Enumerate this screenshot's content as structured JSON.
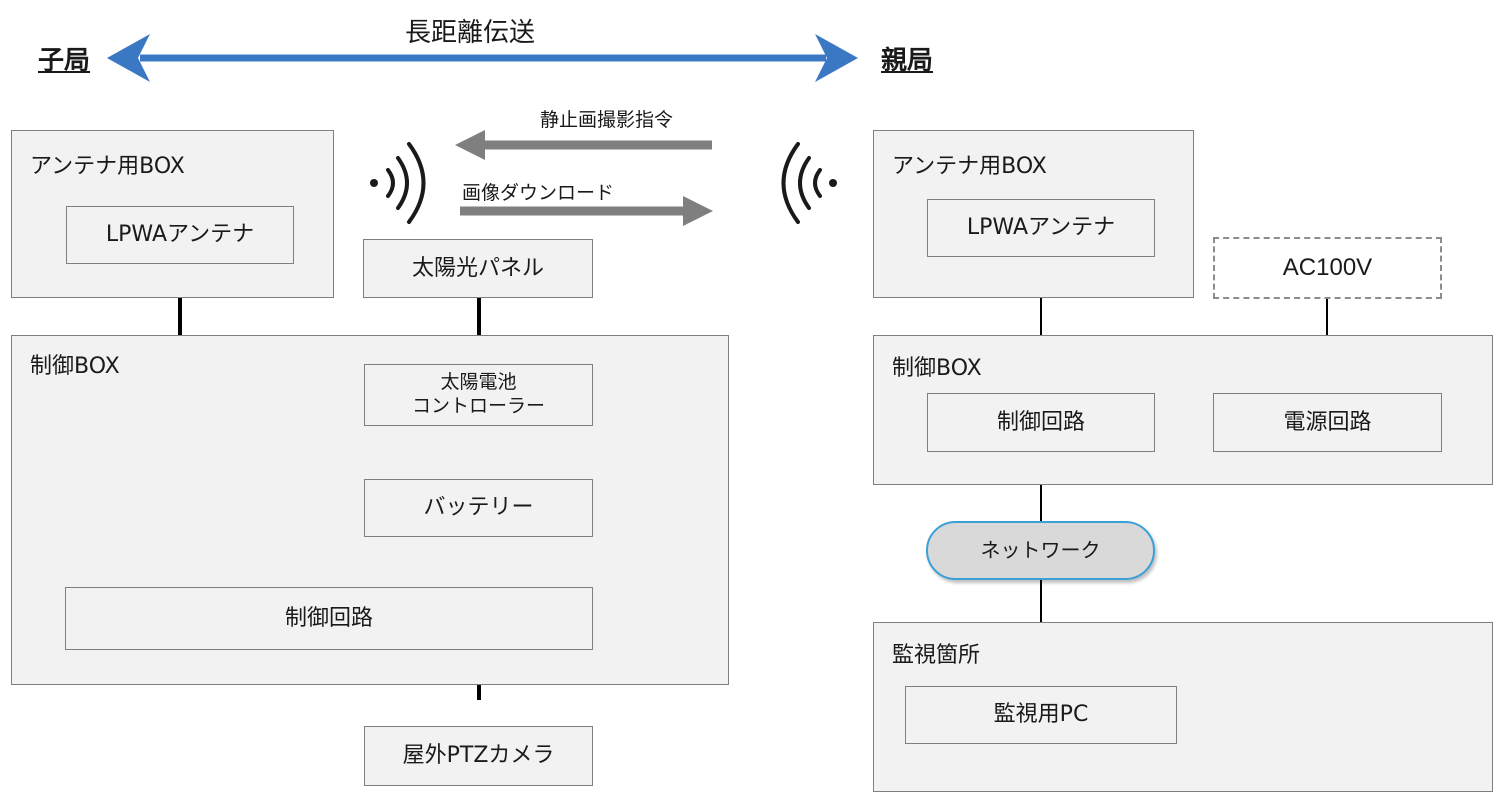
{
  "header": {
    "transmission": "長距離伝送",
    "child_station": "子局",
    "parent_station": "親局"
  },
  "signals": {
    "command": "静止画撮影指令",
    "download": "画像ダウンロード"
  },
  "child": {
    "antenna_box": "アンテナ用BOX",
    "antenna": "LPWAアンテナ",
    "solar_panel": "太陽光パネル",
    "control_box": "制御BOX",
    "solar_controller_line1": "太陽電池",
    "solar_controller_line2": "コントローラー",
    "battery": "バッテリー",
    "control_circuit": "制御回路",
    "camera": "屋外PTZカメラ"
  },
  "parent": {
    "antenna_box": "アンテナ用BOX",
    "antenna": "LPWAアンテナ",
    "ac": "AC100V",
    "control_box": "制御BOX",
    "control_circuit": "制御回路",
    "power_circuit": "電源回路",
    "network": "ネットワーク",
    "monitor_site": "監視箇所",
    "monitor_pc": "監視用PC"
  },
  "colors": {
    "arrow_blue": "#3a78c3",
    "signal_gray": "#7f7f7f",
    "network_border": "#3aa0d8"
  }
}
